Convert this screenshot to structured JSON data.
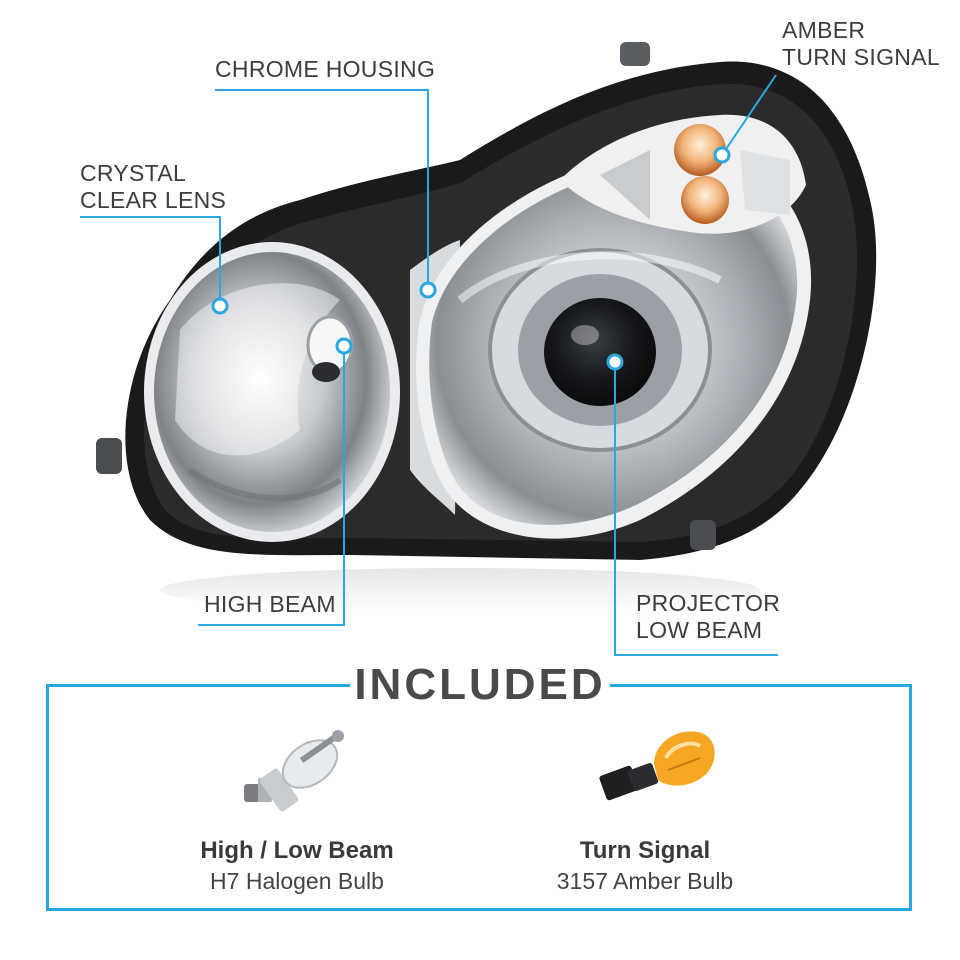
{
  "callouts": {
    "chrome_housing": "CHROME HOUSING",
    "amber_turn_signal": "AMBER\nTURN  SIGNAL",
    "crystal_clear_lens": "CRYSTAL\nCLEAR LENS",
    "high_beam": "HIGH BEAM",
    "projector_low_beam": "PROJECTOR\nLOW BEAM"
  },
  "included": {
    "title": "INCLUDED",
    "items": [
      {
        "title": "High / Low Beam",
        "subtitle": "H7 Halogen Bulb",
        "icon": "h7-bulb-icon"
      },
      {
        "title": "Turn Signal",
        "subtitle": "3157 Amber Bulb",
        "icon": "amber-bulb-icon"
      }
    ]
  },
  "colors": {
    "accent": "#29a8e0",
    "amber": "#f5a623",
    "housing": "#1c1c1c",
    "chrome": "#c9ccd0"
  }
}
